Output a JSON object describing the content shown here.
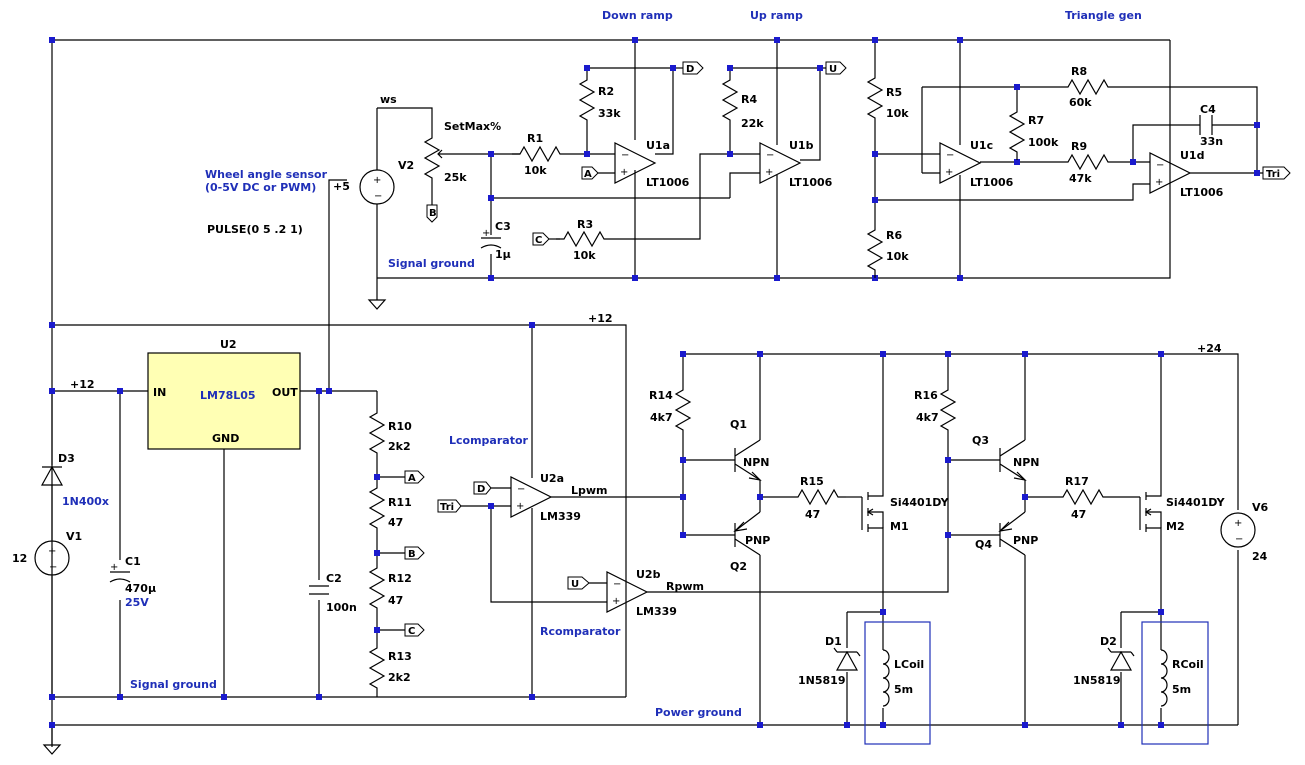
{
  "sections": {
    "down_ramp": "Down ramp",
    "up_ramp": "Up ramp",
    "triangle_gen": "Triangle gen",
    "sensor_title": "Wheel angle sensor",
    "sensor_sub": "(0-5V DC or PWM)",
    "signal_ground_top": "Signal ground",
    "signal_ground_bottom": "Signal ground",
    "power_ground": "Power ground",
    "lcomparator": "Lcomparator",
    "rcomparator": "Rcomparator"
  },
  "nets": {
    "ws": "ws",
    "plus5": "+5",
    "plus12_a": "+12",
    "plus12_b": "+12",
    "plus24": "+24",
    "lpwm": "Lpwm",
    "rpwm": "Rpwm"
  },
  "flags": {
    "D_out": "D",
    "U_out": "U",
    "Tri_out": "Tri",
    "A_in": "A",
    "B_in": "B",
    "C_in": "C",
    "A_div": "A",
    "B_div": "B",
    "C_div": "C",
    "D_in": "D",
    "Tri_in": "Tri",
    "U_in": "U"
  },
  "components": {
    "V2": {
      "ref": "V2",
      "value": "PULSE(0 5 .2 1)"
    },
    "pot": {
      "ref": "SetMax%",
      "value": "25k"
    },
    "R1": {
      "ref": "R1",
      "value": "10k"
    },
    "R2": {
      "ref": "R2",
      "value": "33k"
    },
    "R3": {
      "ref": "R3",
      "value": "10k"
    },
    "R4": {
      "ref": "R4",
      "value": "22k"
    },
    "R5": {
      "ref": "R5",
      "value": "10k"
    },
    "R6": {
      "ref": "R6",
      "value": "10k"
    },
    "R7": {
      "ref": "R7",
      "value": "100k"
    },
    "R8": {
      "ref": "R8",
      "value": "60k"
    },
    "R9": {
      "ref": "R9",
      "value": "47k"
    },
    "C3": {
      "ref": "C3",
      "value": "1µ"
    },
    "C4": {
      "ref": "C4",
      "value": "33n"
    },
    "U1a": {
      "ref": "U1a",
      "value": "LT1006"
    },
    "U1b": {
      "ref": "U1b",
      "value": "LT1006"
    },
    "U1c": {
      "ref": "U1c",
      "value": "LT1006"
    },
    "U1d": {
      "ref": "U1d",
      "value": "LT1006"
    },
    "U2": {
      "ref": "U2",
      "value": "LM78L05",
      "in": "IN",
      "out": "OUT",
      "gnd": "GND"
    },
    "D3": {
      "ref": "D3",
      "value": "1N400x"
    },
    "V1": {
      "ref": "V1",
      "value": "12"
    },
    "C1": {
      "ref": "C1",
      "value": "470µ",
      "rating": "25V"
    },
    "C2": {
      "ref": "C2",
      "value": "100n"
    },
    "R10": {
      "ref": "R10",
      "value": "2k2"
    },
    "R11": {
      "ref": "R11",
      "value": "47"
    },
    "R12": {
      "ref": "R12",
      "value": "47"
    },
    "R13": {
      "ref": "R13",
      "value": "2k2"
    },
    "U2a": {
      "ref": "U2a",
      "value": "LM339"
    },
    "U2b": {
      "ref": "U2b",
      "value": "LM339"
    },
    "R14": {
      "ref": "R14",
      "value": "4k7"
    },
    "R15": {
      "ref": "R15",
      "value": "47"
    },
    "R16": {
      "ref": "R16",
      "value": "4k7"
    },
    "R17": {
      "ref": "R17",
      "value": "47"
    },
    "Q1": {
      "ref": "Q1",
      "type": "NPN"
    },
    "Q2": {
      "ref": "Q2",
      "type": "PNP"
    },
    "Q3": {
      "ref": "Q3",
      "type": "NPN"
    },
    "Q4": {
      "ref": "Q4",
      "type": "PNP"
    },
    "M1": {
      "ref": "M1",
      "value": "Si4401DY"
    },
    "M2": {
      "ref": "M2",
      "value": "Si4401DY"
    },
    "D1": {
      "ref": "D1",
      "value": "1N5819"
    },
    "D2": {
      "ref": "D2",
      "value": "1N5819"
    },
    "LCoil": {
      "ref": "LCoil",
      "value": "5m"
    },
    "RCoil": {
      "ref": "RCoil",
      "value": "5m"
    },
    "V6": {
      "ref": "V6",
      "value": "24"
    }
  },
  "colors": {
    "wire": "#000000",
    "junction": "#1a1acd",
    "label_blue": "#1f2fb8",
    "regulator_fill": "#ffffb4"
  }
}
